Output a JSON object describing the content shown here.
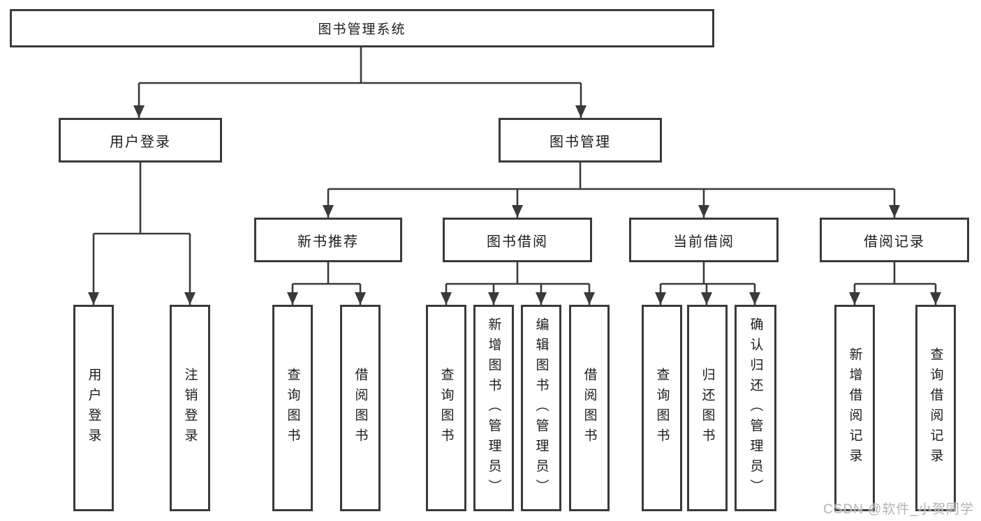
{
  "diagram": {
    "title": "图书管理系统",
    "level2": {
      "user_login": "用户登录",
      "book_management": "图书管理"
    },
    "level3": {
      "new_book_recommend": "新书推荐",
      "book_borrow": "图书借阅",
      "current_borrow": "当前借阅",
      "borrow_records": "借阅记录"
    },
    "leaves": {
      "user_login": "用户登录",
      "logout": "注销登录",
      "query_books_recommend": "查询图书",
      "borrow_books_recommend": "借阅图书",
      "query_books_borrow": "查询图书",
      "add_books_admin": "新增图书（管理员）",
      "edit_books_admin": "编辑图书（管理员）",
      "borrow_books_borrow": "借阅图书",
      "query_books_current": "查询图书",
      "return_books": "归还图书",
      "confirm_return_admin": "确认归还（管理员）",
      "add_borrow_record": "新增借阅记录",
      "query_borrow_record": "查询借阅记录"
    }
  },
  "watermark": "CSDN @软件_小贺同学",
  "colors": {
    "line": "#3a3a3a",
    "text": "#1c1c1c",
    "watermark": "#b3b3b3",
    "background": "#ffffff"
  }
}
